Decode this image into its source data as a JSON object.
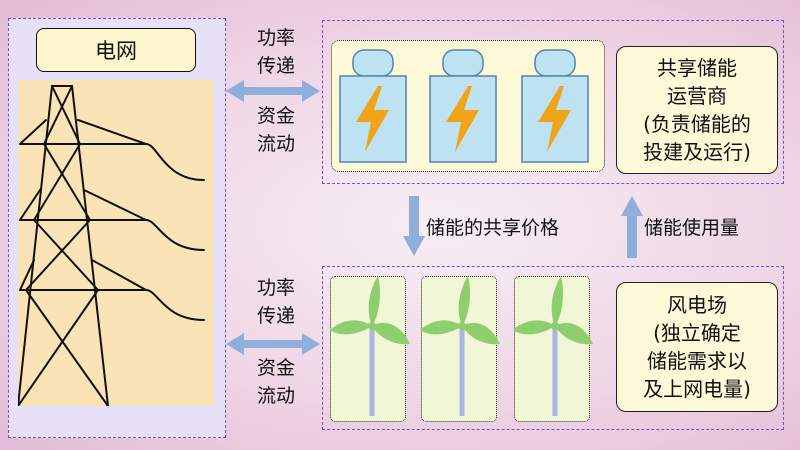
{
  "colors": {
    "arrow": "#8faedb",
    "lightning": "#f0a419",
    "blade": "#8fce6e",
    "battery_fill": "#bfe2f2",
    "battery_stroke": "#4e86a8",
    "tower_bg": "#fae4b7",
    "dashed_border": "#7e4fc4"
  },
  "grid": {
    "title": "电网"
  },
  "power_flow_top": {
    "line1": "功率",
    "line2": "传递",
    "line3": "资金",
    "line4": "流动"
  },
  "power_flow_bottom": {
    "line1": "功率",
    "line2": "传递",
    "line3": "资金",
    "line4": "流动"
  },
  "storage_operator": {
    "line1": "共享储能",
    "line2": "运营商",
    "line3": "(负责储能的",
    "line4": "投建及运行)"
  },
  "arrows": {
    "down_label": "储能的共享价格",
    "up_label": "储能使用量"
  },
  "wind_farm": {
    "line1": "风电场",
    "line2": "(独立确定",
    "line3": "储能需求以",
    "line4": "及上网电量)"
  },
  "icons": [
    "transmission-tower-icon",
    "battery-icon",
    "lightning-bolt-icon",
    "wind-turbine-icon"
  ]
}
